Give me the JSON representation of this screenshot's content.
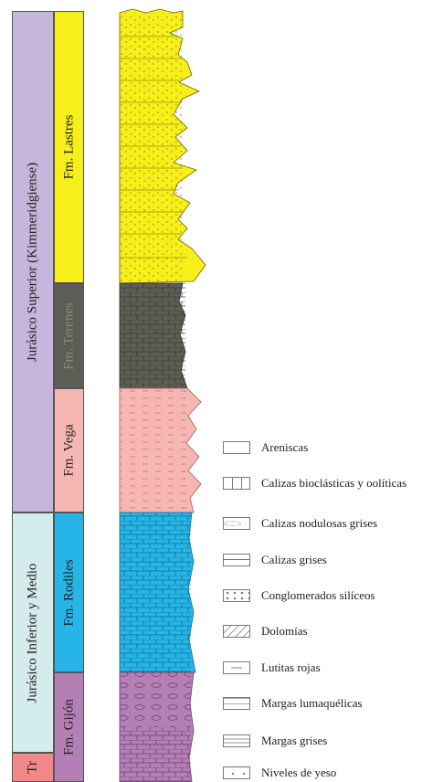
{
  "colors": {
    "lastres": "#f6ef1a",
    "terenes": "#5d5d55",
    "vega": "#f6b6b2",
    "rodiles": "#26b5e6",
    "gijon": "#b47fb5",
    "tr": "#f07a7e",
    "superior": "#c6b6dc",
    "inferior": "#d5ecec",
    "tr_age": "#f2888a"
  },
  "ages": {
    "superior": "Jurásico Superior (Kimmeridgiense)",
    "inferior": "Jurásico Inferior y Medio",
    "tr": "Tr"
  },
  "formations": {
    "lastres": "Fm. Lastres",
    "terenes": "Fm. Terenes",
    "vega": "Fm. Vega",
    "rodiles": "Fm. Rodiles",
    "gijon": "Fm. Gijón"
  },
  "legend": [
    {
      "label": "Areniscas",
      "icon": "areniscas-swatch-icon"
    },
    {
      "label": "Calizas bioclásticas y oolíticas",
      "icon": "calizas-bioclasticas-swatch-icon"
    },
    {
      "label": "Calizas nodulosas grises",
      "icon": "calizas-nodulosas-swatch-icon"
    },
    {
      "label": "Calizas grises",
      "icon": "calizas-grises-swatch-icon"
    },
    {
      "label": "Conglomerados silíceos",
      "icon": "conglomerados-swatch-icon"
    },
    {
      "label": "Dolomías",
      "icon": "dolomias-swatch-icon"
    },
    {
      "label": "Lutitas rojas",
      "icon": "lutitas-rojas-swatch-icon"
    },
    {
      "label": "Margas lumaquélicas",
      "icon": "margas-lumaquelicas-swatch-icon"
    },
    {
      "label": "Margas grises",
      "icon": "margas-grises-swatch-icon"
    },
    {
      "label": "Niveles de yeso",
      "icon": "niveles-yeso-swatch-icon"
    }
  ]
}
